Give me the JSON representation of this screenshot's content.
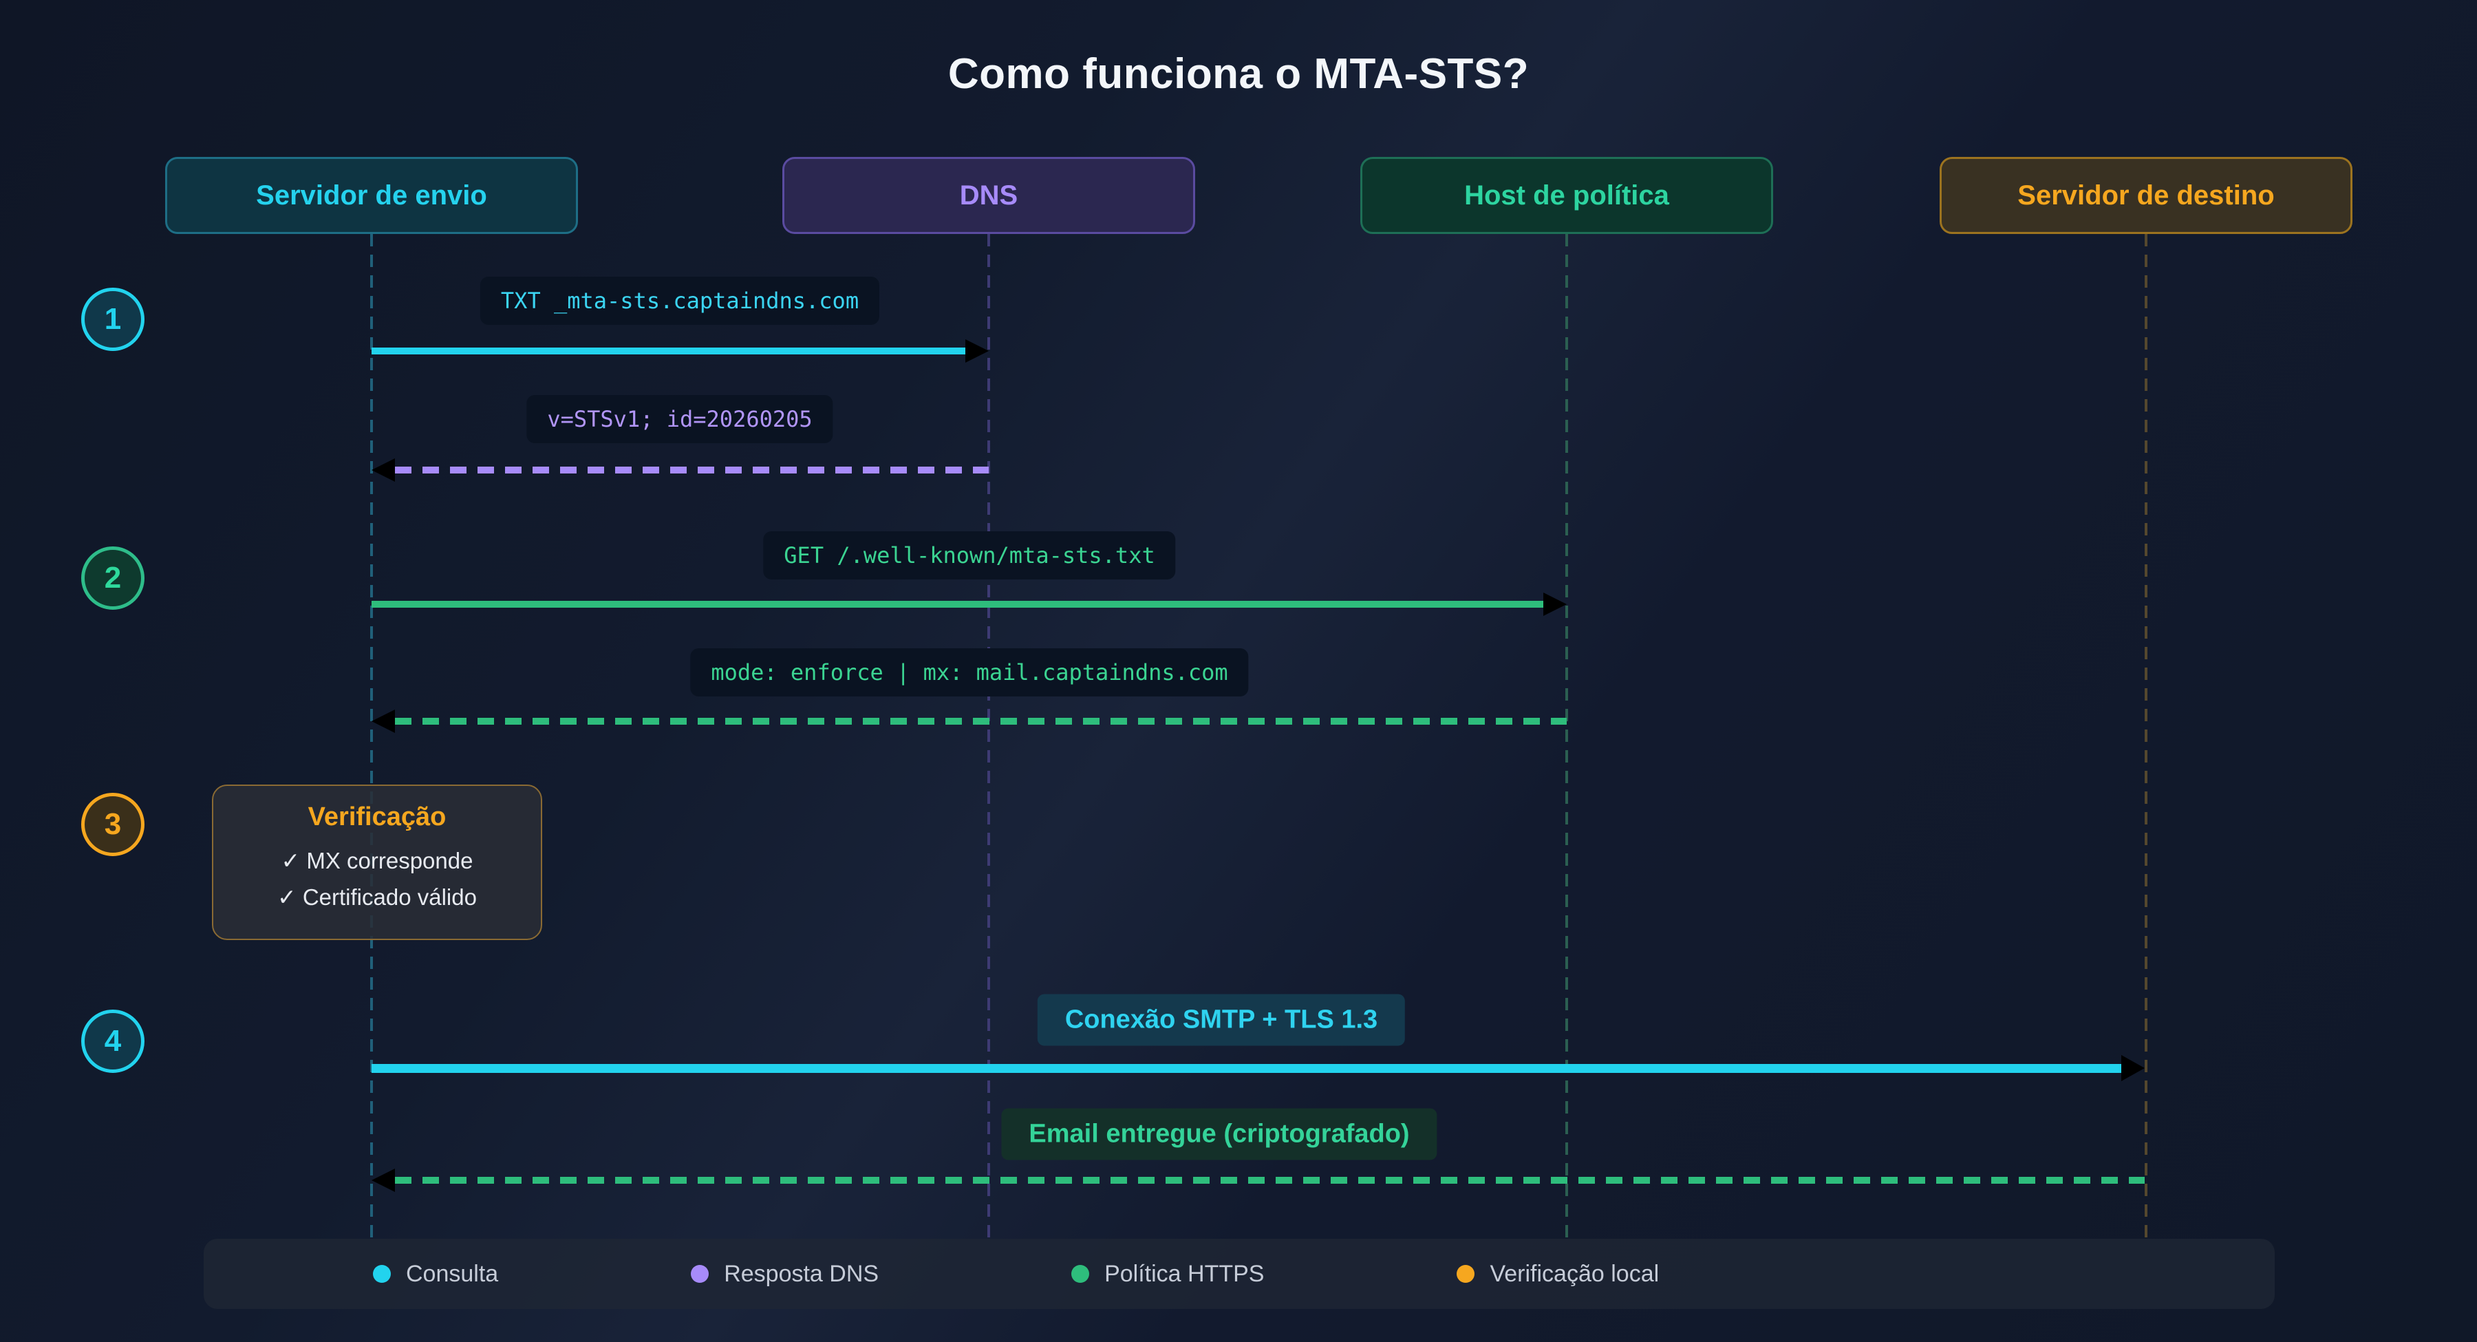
{
  "title": "Como funciona o MTA-STS?",
  "actors": [
    {
      "label": "Servidor de envio",
      "color": "#22d3ee"
    },
    {
      "label": "DNS",
      "color": "#a78bfa"
    },
    {
      "label": "Host de política",
      "color": "#2dd4a0"
    },
    {
      "label": "Servidor de destino",
      "color": "#f6a71f"
    }
  ],
  "steps": [
    {
      "number": "1"
    },
    {
      "number": "2"
    },
    {
      "number": "3"
    },
    {
      "number": "4"
    }
  ],
  "messages": {
    "step1_request": "TXT _mta-sts.captaindns.com",
    "step1_response": "v=STSv1; id=20260205",
    "step2_request": "GET /.well-known/mta-sts.txt",
    "step2_response": "mode: enforce | mx: mail.captaindns.com",
    "step4_request": "Conexão SMTP + TLS 1.3",
    "step4_response": "Email entregue (criptografado)"
  },
  "verification": {
    "title": "Verificação",
    "items": [
      "✓ MX corresponde",
      "✓ Certificado válido"
    ]
  },
  "legend": [
    {
      "label": "Consulta",
      "color": "#22d3ee"
    },
    {
      "label": "Resposta DNS",
      "color": "#a78bfa"
    },
    {
      "label": "Política HTTPS",
      "color": "#2ebd7c"
    },
    {
      "label": "Verificação local",
      "color": "#f6a71f"
    }
  ]
}
